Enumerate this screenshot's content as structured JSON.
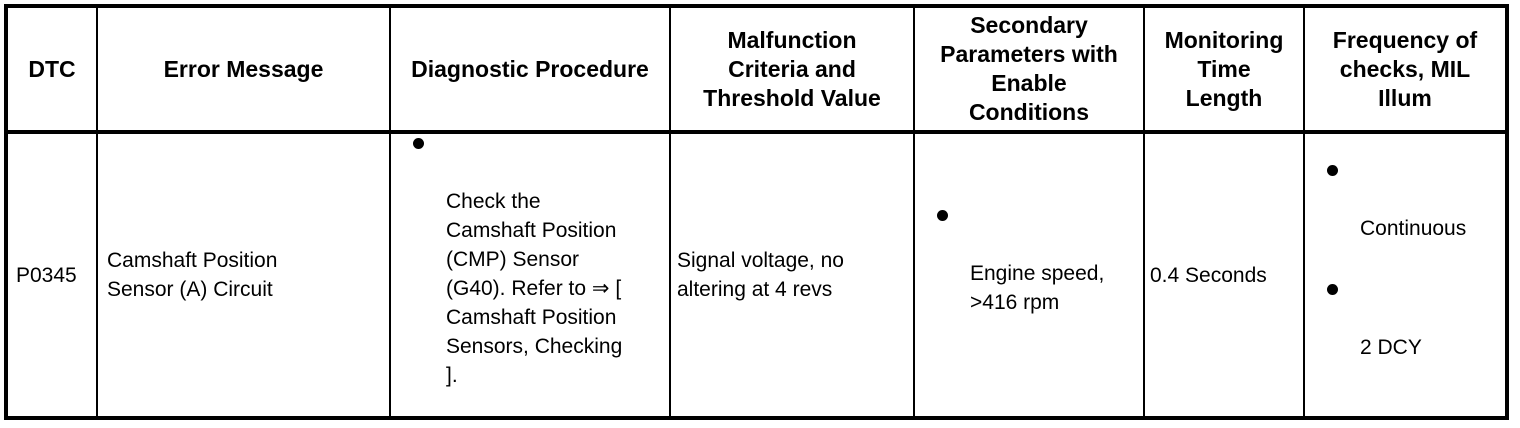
{
  "colors": {
    "background": "#ffffff",
    "text": "#000000",
    "border": "#000000"
  },
  "table": {
    "columns": [
      {
        "label": "DTC"
      },
      {
        "label": "Error Message"
      },
      {
        "label": "Diagnostic Procedure"
      },
      {
        "label": "Malfunction\nCriteria and\nThreshold Value"
      },
      {
        "label": "Secondary\nParameters with\nEnable\nConditions"
      },
      {
        "label": "Monitoring\nTime\nLength"
      },
      {
        "label": "Frequency of\nchecks, MIL\nIllum"
      }
    ],
    "row": {
      "dtc": "P0345",
      "error_message": "Camshaft Position\nSensor (A) Circuit",
      "diagnostic_procedure_items": [
        "Check the\nCamshaft Position\n(CMP) Sensor\n(G40). Refer to ⇒ [\nCamshaft Position\nSensors, Checking\n]."
      ],
      "malfunction_criteria": "Signal voltage, no\naltering at 4 revs",
      "secondary_parameter_items": [
        "Engine speed,\n>416 rpm"
      ],
      "monitoring_time": "0.4 Seconds",
      "frequency_items": [
        "Continuous",
        "2 DCY"
      ]
    }
  }
}
